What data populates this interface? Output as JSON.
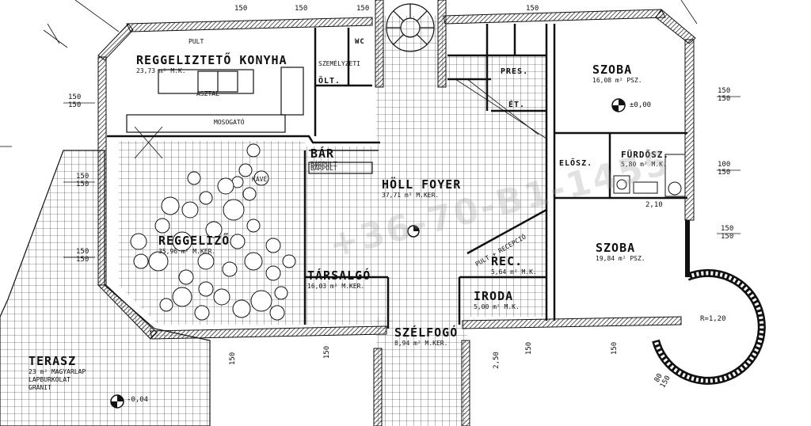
{
  "rooms": {
    "kitchen": {
      "name": "REGGELIZTETŐ KONYHA",
      "area": "23,73 m² M.K."
    },
    "bar": {
      "name": "BÁR",
      "sub": "BÁRPULT"
    },
    "breakfast": {
      "name": "REGGELIZŐ",
      "area": "35,96 m² M.KER."
    },
    "lobby": {
      "name": "HÖLL FOYER",
      "area": "37,71 m² M.KER."
    },
    "lounge": {
      "name": "TÁRSALGÓ",
      "area": "16,03 m² M.KER."
    },
    "room1": {
      "name": "SZOBA",
      "area": "16,08 m² PSZ."
    },
    "room2": {
      "name": "SZOBA",
      "area": "19,84 m² PSZ."
    },
    "bathroom": {
      "name": "FÜRDŐSZ.",
      "area": "5,80 m² M.K."
    },
    "anteroom": {
      "name": "ELŐSZ."
    },
    "reception": {
      "name": "REC.",
      "area": "5,64 m² M.K."
    },
    "office": {
      "name": "IRODA",
      "area": "5,00 m² M.K."
    },
    "windbreak": {
      "name": "SZÉLFOGÓ",
      "area": "8,94 m² M.KER."
    },
    "terrace": {
      "name": "TERASZ",
      "area": "23 m² MAGYARLAP",
      "material": "LAPBURKOLAT",
      "extra": "GRÁNIT"
    },
    "wardrobe": {
      "name": "ÖLT."
    },
    "scale": {
      "name": "SZEMÉLYZETI"
    },
    "wc": {
      "name": "WC"
    },
    "storage": {
      "name": "ÉT."
    },
    "pres": {
      "name": "PRES."
    }
  },
  "notes": {
    "desk": "ASZTAL",
    "dishwash": "MOSOGATÓ",
    "coffee": "KÁVÉ",
    "bar_counter": "BÁRPULT",
    "counter2": "PULT + RECEPCIÓ",
    "pult": "PULT",
    "level": "±0,00",
    "level2": "-0,04",
    "radius": "R=1,20"
  },
  "dims": {
    "d1": "150",
    "d2": "150",
    "d3": "150",
    "d4": "150",
    "d5": "150",
    "d6": "150",
    "d7": "150",
    "d8": "150",
    "d9": "150",
    "d10": "100",
    "d11": "150",
    "d12": "150",
    "d13": "150",
    "d14": "2,10",
    "d15": "2,50",
    "d16": "150",
    "d17": "150",
    "d18": "150",
    "d19": "80",
    "d20": "150",
    "d21": "150",
    "d22": "150",
    "d23": "150",
    "d24": "150"
  },
  "watermark": "+36-70-B1-1455"
}
